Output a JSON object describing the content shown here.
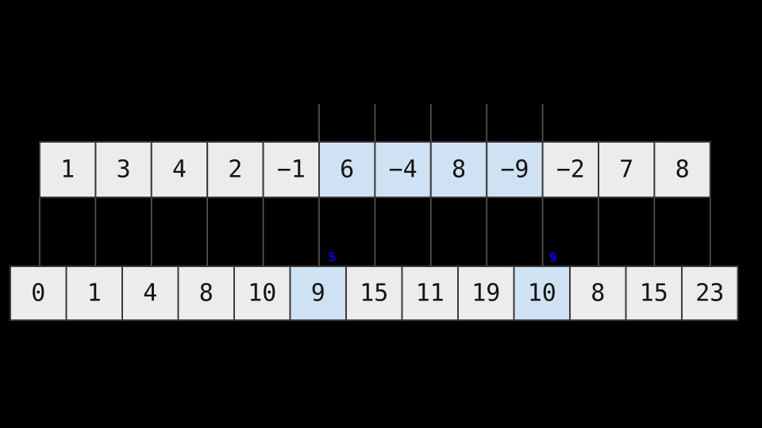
{
  "diagram": {
    "description_colors": {
      "background": "#000000",
      "cell_fill": "#ececec",
      "highlight_fill": "#cfe2f3",
      "cell_border": "#3a3a3a",
      "guide_line": "#595959",
      "cell_text": "#141414",
      "index_label": "#0000ff"
    },
    "top_array": {
      "cells": [
        {
          "value": "1",
          "highlighted": false
        },
        {
          "value": "3",
          "highlighted": false
        },
        {
          "value": "4",
          "highlighted": false
        },
        {
          "value": "2",
          "highlighted": false
        },
        {
          "value": "−1",
          "highlighted": false
        },
        {
          "value": "6",
          "highlighted": true
        },
        {
          "value": "−4",
          "highlighted": true
        },
        {
          "value": "8",
          "highlighted": true
        },
        {
          "value": "−9",
          "highlighted": true
        },
        {
          "value": "−2",
          "highlighted": false
        },
        {
          "value": "7",
          "highlighted": false
        },
        {
          "value": "8",
          "highlighted": false
        }
      ]
    },
    "bottom_array": {
      "cells": [
        {
          "value": "0",
          "highlighted": false
        },
        {
          "value": "1",
          "highlighted": false
        },
        {
          "value": "4",
          "highlighted": false
        },
        {
          "value": "8",
          "highlighted": false
        },
        {
          "value": "10",
          "highlighted": false
        },
        {
          "value": "9",
          "highlighted": true
        },
        {
          "value": "15",
          "highlighted": false
        },
        {
          "value": "11",
          "highlighted": false
        },
        {
          "value": "19",
          "highlighted": false
        },
        {
          "value": "10",
          "highlighted": true
        },
        {
          "value": "8",
          "highlighted": false
        },
        {
          "value": "15",
          "highlighted": false
        },
        {
          "value": "23",
          "highlighted": false
        }
      ]
    },
    "index_labels": [
      {
        "text": "5"
      },
      {
        "text": "9"
      }
    ]
  }
}
